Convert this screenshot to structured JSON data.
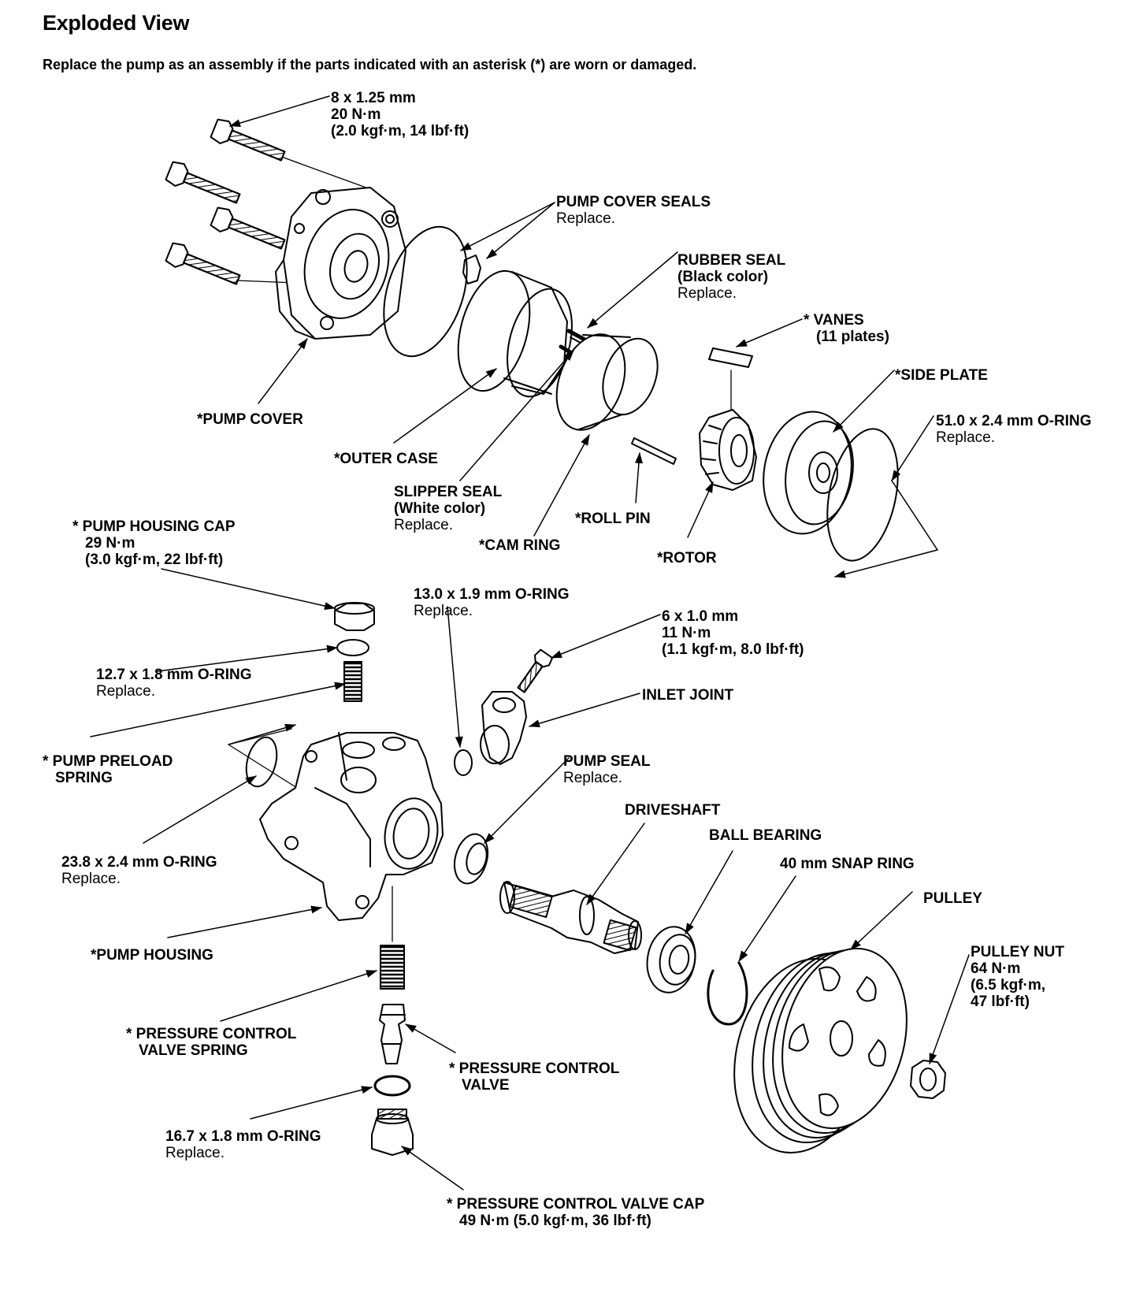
{
  "title": "Exploded View",
  "intro": "Replace the pump as an assembly if the parts indicated with an asterisk (*) are worn or damaged.",
  "colors": {
    "ink": "#000000",
    "paper": "#ffffff"
  },
  "labels": {
    "bolt_8x125": {
      "l1": "8 x 1.25 mm",
      "l2": "20 N·m",
      "l3": "(2.0 kgf·m, 14 lbf·ft)"
    },
    "pump_cover_seals": {
      "name": "PUMP COVER SEALS",
      "note": "Replace."
    },
    "rubber_seal": {
      "name": "RUBBER SEAL",
      "sub": "(Black color)",
      "note": "Replace."
    },
    "vanes": {
      "name": "* VANES",
      "sub": "(11 plates)"
    },
    "side_plate": {
      "name": "*SIDE PLATE"
    },
    "oring_510": {
      "name": "51.0 x 2.4 mm O-RING",
      "note": "Replace."
    },
    "pump_cover": {
      "name": "*PUMP COVER"
    },
    "outer_case": {
      "name": "*OUTER CASE"
    },
    "slipper_seal": {
      "name": "SLIPPER SEAL",
      "sub": "(White color)",
      "note": "Replace."
    },
    "roll_pin": {
      "name": "*ROLL PIN"
    },
    "cam_ring": {
      "name": "*CAM RING"
    },
    "rotor": {
      "name": "*ROTOR"
    },
    "pump_housing_cap": {
      "name": "* PUMP HOUSING CAP",
      "l2": "29 N·m",
      "l3": "(3.0 kgf·m, 22 lbf·ft)"
    },
    "oring_130": {
      "name": "13.0 x 1.9 mm O-RING",
      "note": "Replace."
    },
    "bolt_6x10": {
      "l1": "6 x 1.0 mm",
      "l2": "11 N·m",
      "l3": "(1.1 kgf·m, 8.0 lbf·ft)"
    },
    "oring_127": {
      "name": "12.7 x 1.8 mm O-RING",
      "note": "Replace."
    },
    "inlet_joint": {
      "name": "INLET JOINT"
    },
    "pump_preload_spring": {
      "l1": "* PUMP PRELOAD",
      "l2": "SPRING"
    },
    "pump_seal": {
      "name": "PUMP SEAL",
      "note": "Replace."
    },
    "driveshaft": {
      "name": "DRIVESHAFT"
    },
    "ball_bearing": {
      "name": "BALL BEARING"
    },
    "snap_ring": {
      "name": "40 mm SNAP RING"
    },
    "oring_238": {
      "name": "23.8 x 2.4 mm O-RING",
      "note": "Replace."
    },
    "pulley": {
      "name": "PULLEY"
    },
    "pump_housing": {
      "name": "*PUMP HOUSING"
    },
    "pulley_nut": {
      "name": "PULLEY NUT",
      "l2": "64 N·m",
      "l3": "(6.5 kgf·m,",
      "l4": "47 lbf·ft)"
    },
    "pcv_spring": {
      "l1": "* PRESSURE CONTROL",
      "l2": "VALVE SPRING"
    },
    "pcv": {
      "l1": "* PRESSURE CONTROL",
      "l2": "VALVE"
    },
    "oring_167": {
      "name": "16.7 x 1.8 mm O-RING",
      "note": "Replace."
    },
    "pcv_cap": {
      "name": "* PRESSURE CONTROL VALVE CAP",
      "l2": "49 N·m (5.0 kgf·m, 36 lbf·ft)"
    }
  }
}
